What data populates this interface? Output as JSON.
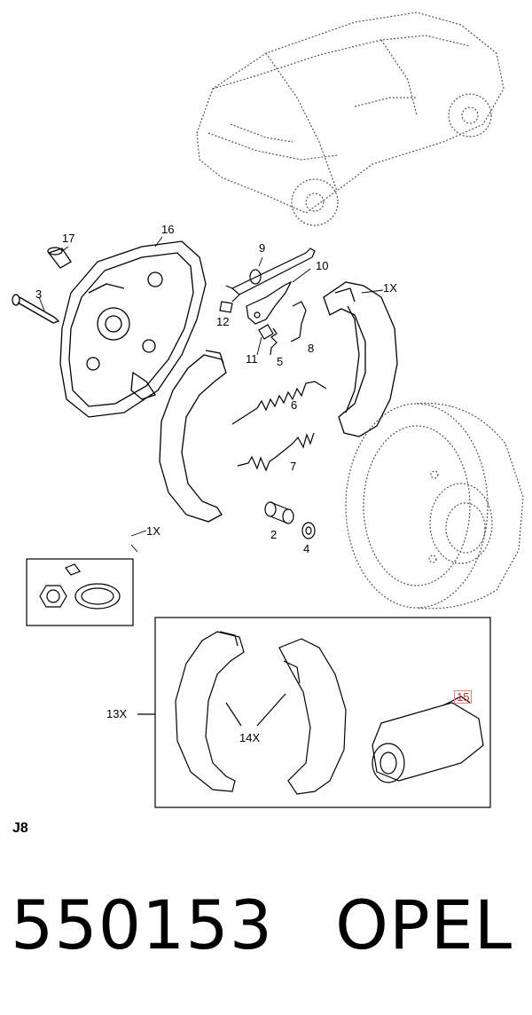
{
  "diagram": {
    "page_code": "J8",
    "part_number": "550153",
    "brand": "OPEL",
    "callouts": {
      "c17": "17",
      "c16": "16",
      "c3": "3",
      "c9": "9",
      "c10": "10",
      "c12": "12",
      "c8": "8",
      "c11": "11",
      "c5": "5",
      "c1x_top": "1X",
      "c6": "6",
      "c7": "7",
      "c2": "2",
      "c4": "4",
      "c1x_left": "1X",
      "c13x": "13X",
      "c14x": "14X",
      "c15": "15"
    },
    "colors": {
      "line": "#000000",
      "dotted": "#555555",
      "highlight": "#c0392b"
    }
  }
}
